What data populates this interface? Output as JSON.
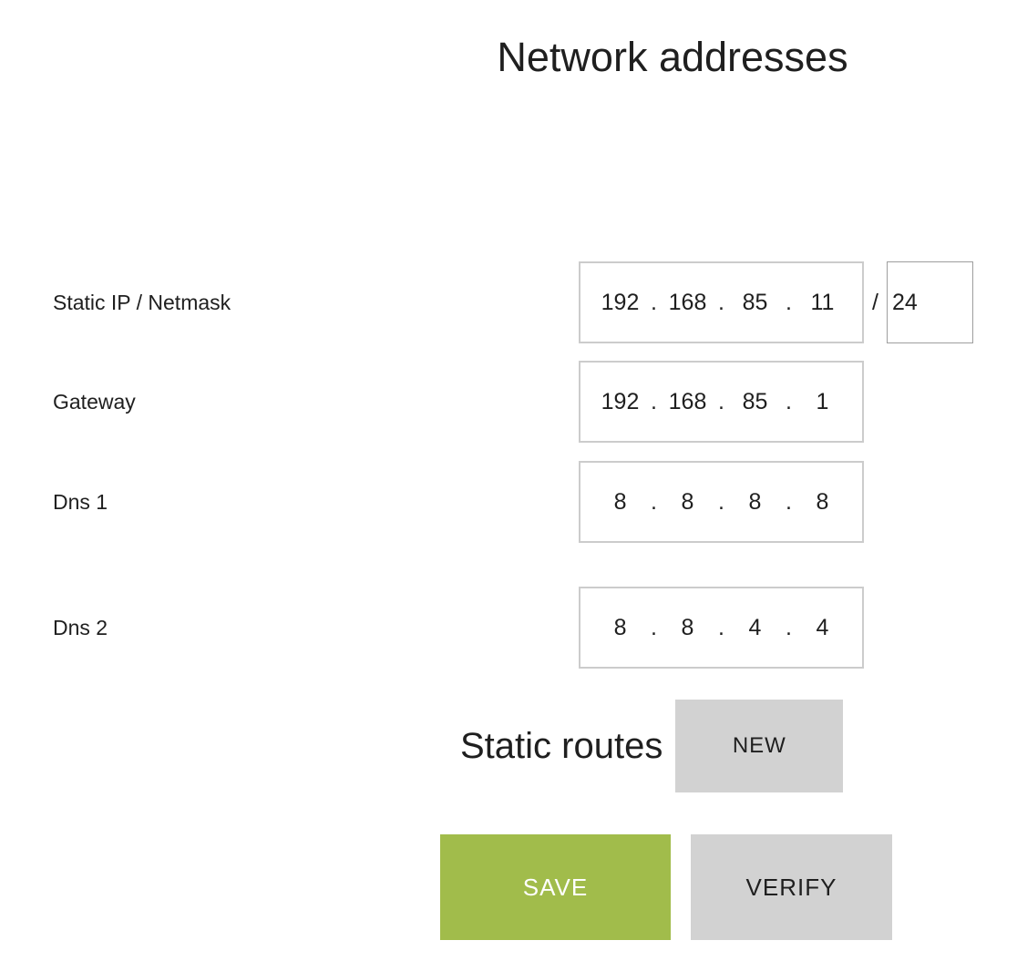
{
  "page": {
    "title": "Network addresses"
  },
  "form": {
    "dot": ".",
    "rows": [
      {
        "label": "Static IP / Netmask",
        "octets": [
          "192",
          "168",
          "85",
          "11"
        ],
        "separator": "/",
        "netmask": "24"
      },
      {
        "label": "Gateway",
        "octets": [
          "192",
          "168",
          "85",
          "1"
        ]
      },
      {
        "label": "Dns 1",
        "octets": [
          "8",
          "8",
          "8",
          "8"
        ]
      },
      {
        "label": "Dns 2",
        "octets": [
          "8",
          "8",
          "4",
          "4"
        ]
      }
    ]
  },
  "static_routes": {
    "heading": "Static routes",
    "new_label": "NEW"
  },
  "actions": {
    "save_label": "SAVE",
    "verify_label": "VERIFY"
  },
  "colors": {
    "text": "#1f1f1f",
    "save_bg": "#a1bc4b",
    "save_text": "#ffffff",
    "secondary_bg": "#d2d2d2",
    "secondary_text": "#1f1f1f",
    "ip_box_border": "#cccccc",
    "netmask_box_border": "#9e9e9e"
  }
}
